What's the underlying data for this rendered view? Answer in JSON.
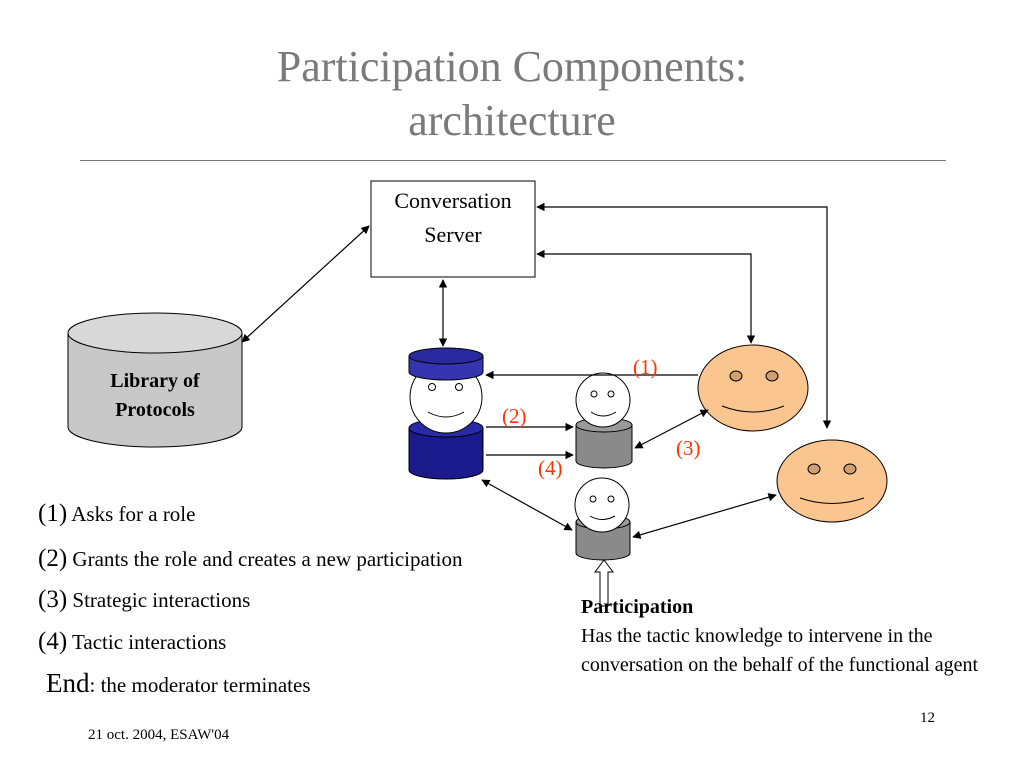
{
  "title": {
    "line1": "Participation Components:",
    "line2": "architecture"
  },
  "nodes": {
    "conversation_server": {
      "line1": "Conversation",
      "line2": "Server"
    },
    "library": {
      "line1": "Library of",
      "line2": "Protocols"
    }
  },
  "edge_labels": {
    "l1": "(1)",
    "l2": "(2)",
    "l3": "(3)",
    "l4": "(4)"
  },
  "legend": [
    {
      "num": "(1)",
      "text": " Asks for a role"
    },
    {
      "num": "(2)",
      "text": " Grants the role and creates a new participation"
    },
    {
      "num": "(3)",
      "text": " Strategic interactions"
    },
    {
      "num": "(4)",
      "text": " Tactic interactions"
    },
    {
      "num": "End",
      "text": ": the moderator terminates"
    }
  ],
  "participation": {
    "title": "Participation",
    "description": "Has the tactic knowledge to intervene in the conversation on the behalf of the functional agent"
  },
  "footer": {
    "date": "21 oct. 2004,  ESAW'04",
    "page": "12"
  },
  "colors": {
    "title_gray": "#7a7a7a",
    "moderator_blue": "#1a1a8c",
    "cylinder_gray": "#c8c8c8",
    "participation_gray": "#8a8a8a",
    "agent_face": "#fbc590",
    "edge_label_red": "#ff3300"
  }
}
